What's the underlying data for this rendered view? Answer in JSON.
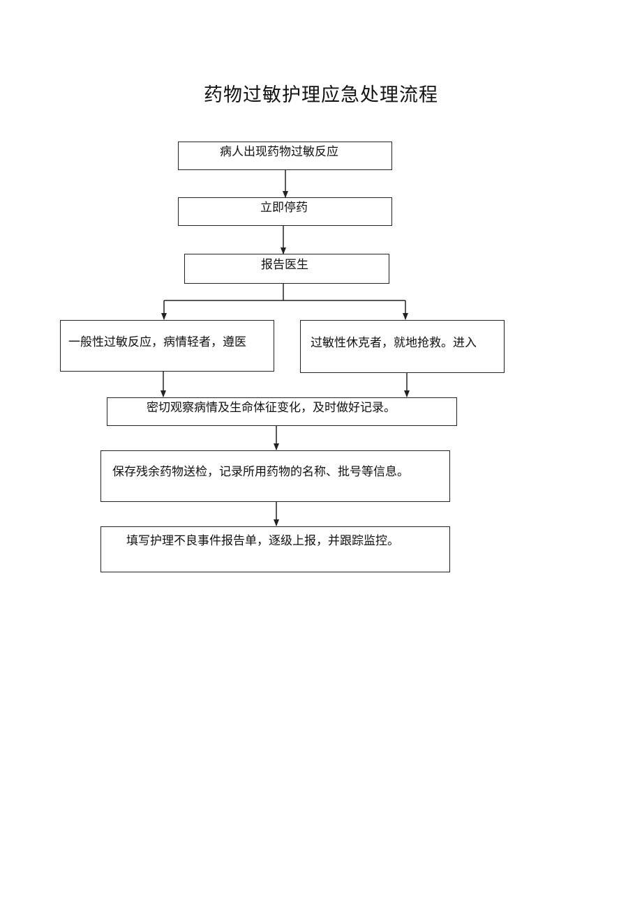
{
  "document": {
    "title": "药物过敏护理应急处理流程"
  },
  "flowchart": {
    "steps": {
      "reaction": "病人出现药物过敏反应",
      "stop_drug": "立即停药",
      "report_doctor": "报告医生",
      "mild_case": "一般性过敏反应，病情轻者，遵医",
      "shock_case": "过敏性休克者，就地抢救。进入",
      "observe": "密切观察病情及生命体征变化，及时做好记录。",
      "preserve": "保存残余药物送检，记录所用药物的名称、批号等信息。",
      "report_event": "填写护理不良事件报告单，逐级上报，并跟踪监控。"
    }
  }
}
